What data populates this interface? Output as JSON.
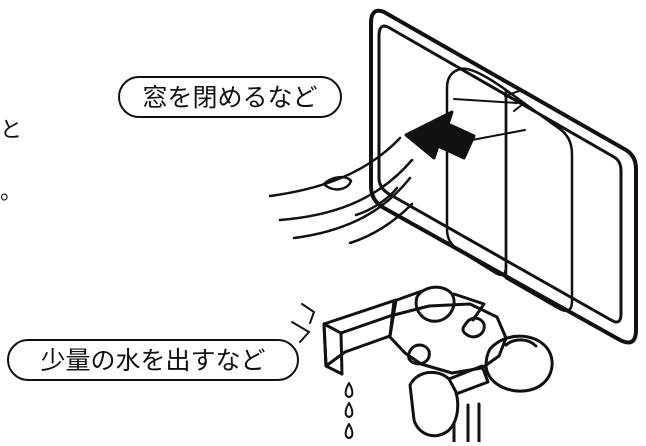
{
  "labels": {
    "close_window": "窓を閉めるなど",
    "run_water": "少量の水を出すなど"
  },
  "edge_marks": {
    "upper": "と",
    "lower": "。"
  },
  "colors": {
    "line": "#111111",
    "background": "#ffffff"
  },
  "icons": {
    "window": "window-icon",
    "arrow": "closing-arrow-icon",
    "wind": "wind-lines-icon",
    "faucet": "faucet-icon",
    "drops": "water-drops-icon",
    "sound": "sound-lines-icon"
  }
}
